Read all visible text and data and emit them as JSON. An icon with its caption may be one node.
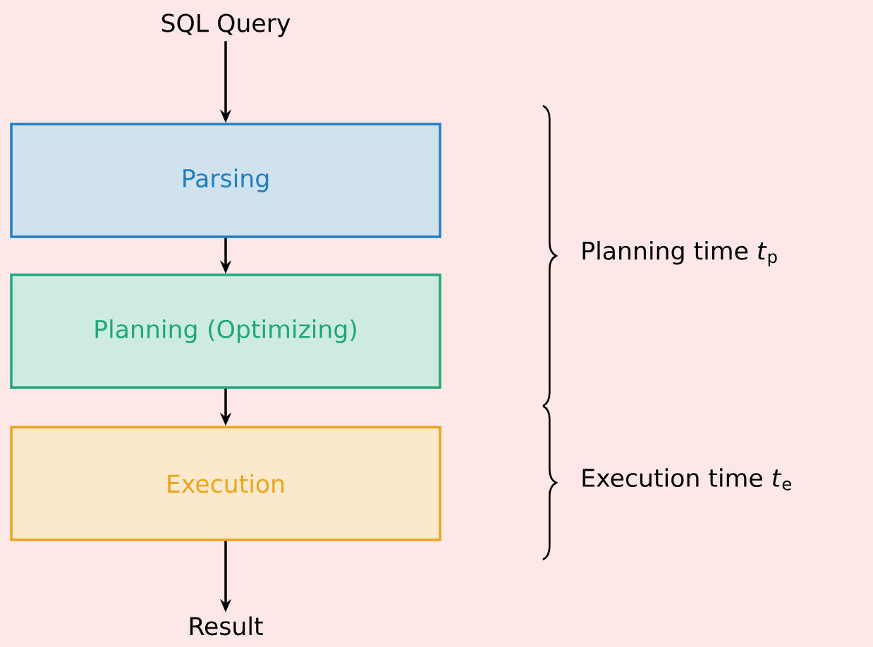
{
  "diagram": {
    "nodes": [
      {
        "text": [
          "SQL Query"
        ]
      },
      {
        "text": [
          "Parsing"
        ]
      },
      {
        "text": [
          "Planning (Optimizing)"
        ]
      },
      {
        "text": [
          "Execution"
        ]
      },
      {
        "text": [
          "Result"
        ]
      }
    ],
    "edges": [
      {
        "from": 0,
        "to": 1,
        "arrow": "to"
      },
      {
        "from": 1,
        "to": 2,
        "arrow": "to"
      },
      {
        "from": 2,
        "to": 3,
        "arrow": "to"
      },
      {
        "from": 3,
        "to": 4,
        "arrow": "to"
      }
    ],
    "labels": [
      "Planning time *t*$_{p}$",
      "Execution time *t*$_{e}$"
    ]
  }
}
